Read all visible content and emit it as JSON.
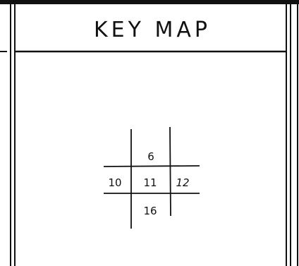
{
  "title": "KEY MAP",
  "sheets": {
    "top": "6",
    "left": "10",
    "center": "11",
    "right": "12",
    "bottom": "16"
  },
  "colors": {
    "ink": "#111111",
    "paper": "#ffffff"
  }
}
